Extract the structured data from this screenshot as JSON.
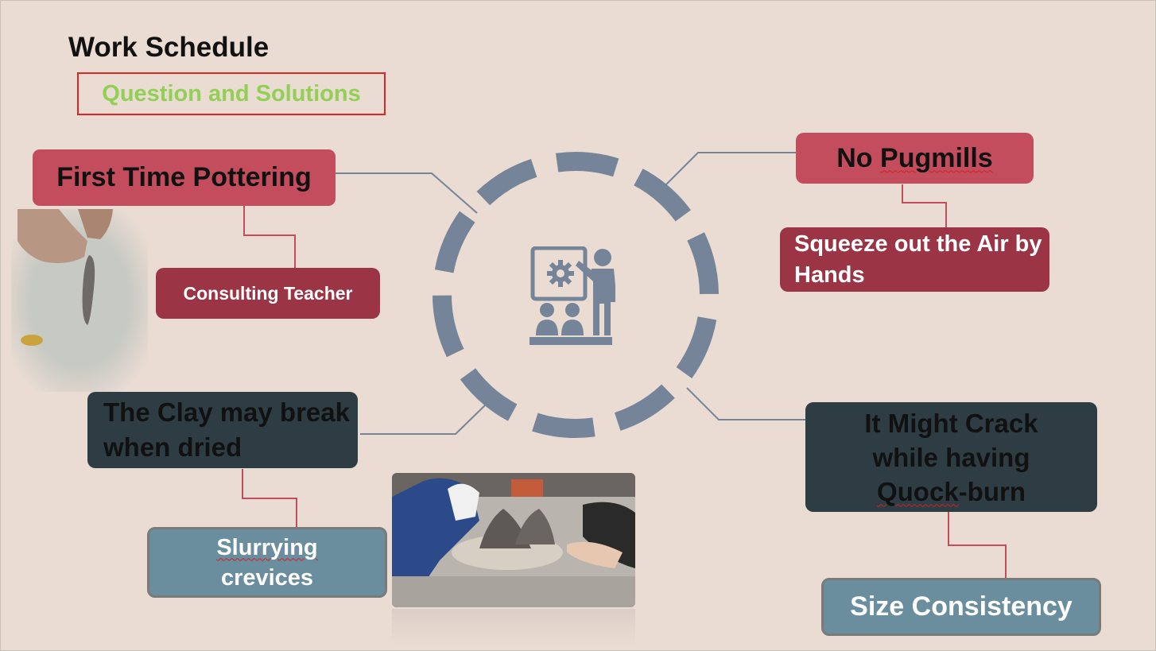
{
  "slide": {
    "title": "Work Schedule",
    "subtitle": "Question and Solutions"
  },
  "boxes": {
    "first_time": "First Time Pottering",
    "consulting": "Consulting Teacher",
    "no_pugmills": {
      "prefix": "No ",
      "word": "Pugmills"
    },
    "squeeze": "Squeeze out the Air by Hands",
    "clay_break": "The Clay may break when dried",
    "slurrying": {
      "word": "Slurrying",
      "rest": "crevices"
    },
    "crack": {
      "line1": "It Might Crack",
      "line2": "while having",
      "word": "Quock",
      "rest": "-burn"
    },
    "size": "Size Consistency"
  },
  "icons": {
    "center": "presentation-teacher-audience-icon"
  },
  "colors": {
    "background": "#eadcd3",
    "red_box": "#c34d5d",
    "darkred_box": "#9b3444",
    "dark_box": "#2e3d44",
    "teal_box": "#6a8e9e",
    "ring": "#76849a",
    "connector_blue": "#76849a",
    "connector_red": "#c34d5d",
    "subtitle": "#92cf55"
  }
}
